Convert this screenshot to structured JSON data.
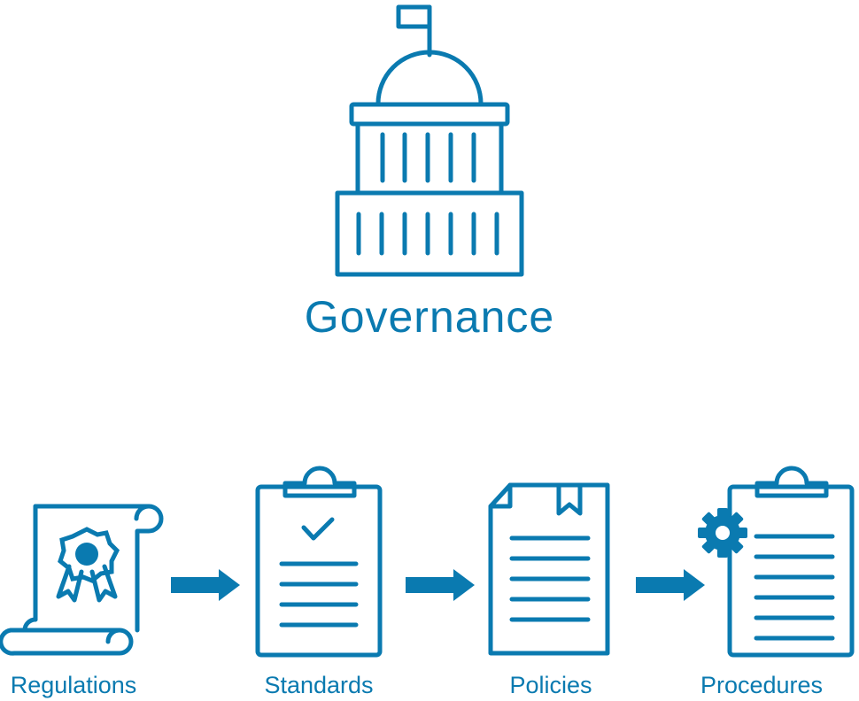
{
  "colors": {
    "primary": "#0a7ab0"
  },
  "top": {
    "icon": "capitol-building-icon",
    "label": "Governance"
  },
  "steps": [
    {
      "icon": "certificate-scroll-icon",
      "label": "Regulations"
    },
    {
      "icon": "clipboard-check-icon",
      "label": "Standards"
    },
    {
      "icon": "document-bookmark-icon",
      "label": "Policies"
    },
    {
      "icon": "clipboard-gear-icon",
      "label": "Procedures"
    }
  ],
  "connectors": [
    "arrow-right-icon",
    "arrow-right-icon",
    "arrow-right-icon"
  ]
}
